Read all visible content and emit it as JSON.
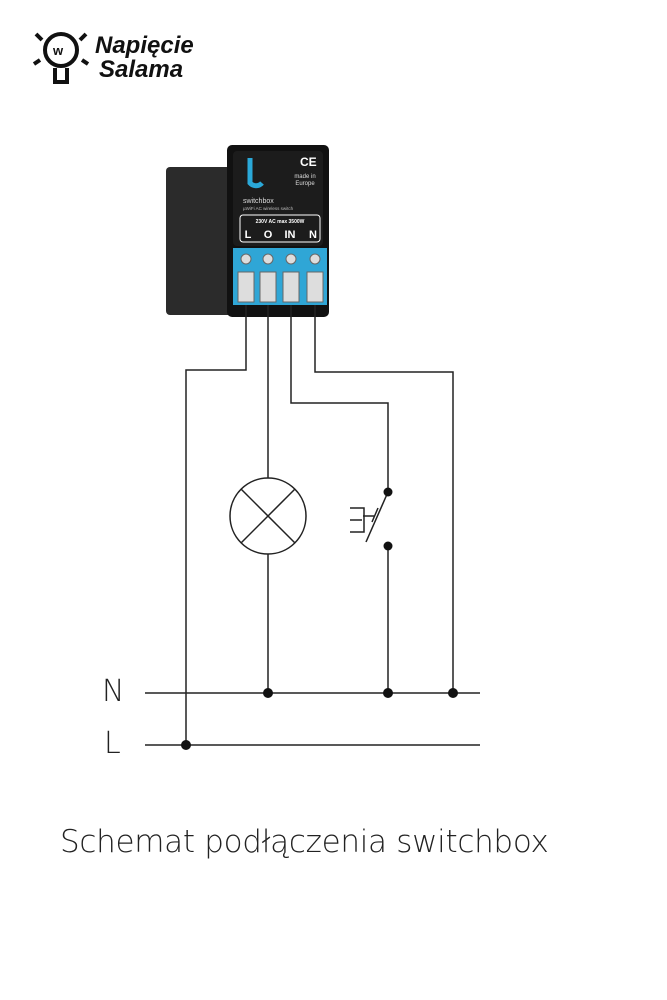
{
  "logo": {
    "line1": "Napięcie",
    "line2": "Salama"
  },
  "device": {
    "brand": "switchbox",
    "subtitle": "µWiFi AC wireless switch",
    "ce": "CE",
    "made": "made in",
    "origin": "Europe",
    "rating": "230V AC  max 3500W",
    "terminals": [
      "L",
      "O",
      "IN",
      "N"
    ]
  },
  "labels": {
    "n": "N",
    "l": "L"
  },
  "title": "Schemat podłączenia switchbox"
}
